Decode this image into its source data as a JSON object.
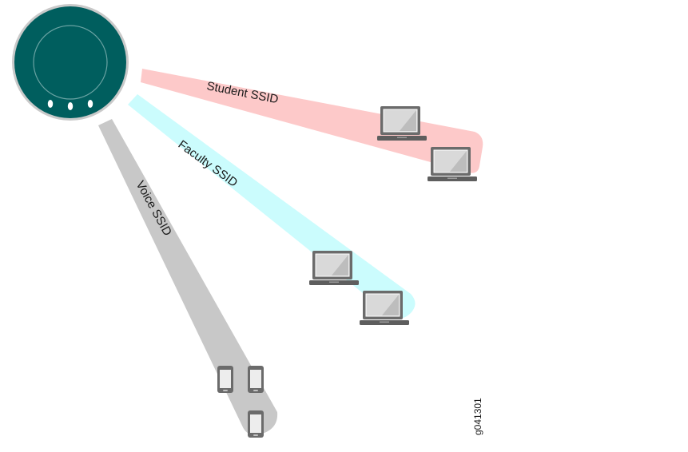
{
  "access_point": {
    "body_color": "#005e5e",
    "rim_color": "#c9c9c9",
    "led_color": "#ffffff",
    "led_count": 3
  },
  "ssids": [
    {
      "label": "Student SSID",
      "color": "#fdc9c9",
      "clients": [
        {
          "device": "laptop-icon"
        },
        {
          "device": "laptop-icon"
        }
      ]
    },
    {
      "label": "Faculty SSID",
      "color": "#cbfcfd",
      "clients": [
        {
          "device": "laptop-icon"
        },
        {
          "device": "laptop-icon"
        }
      ]
    },
    {
      "label": "Voice SSID",
      "color": "#c8c8c8",
      "clients": [
        {
          "device": "phone-icon"
        },
        {
          "device": "phone-icon"
        },
        {
          "device": "phone-icon"
        }
      ]
    }
  ],
  "figure_id": "g041301"
}
